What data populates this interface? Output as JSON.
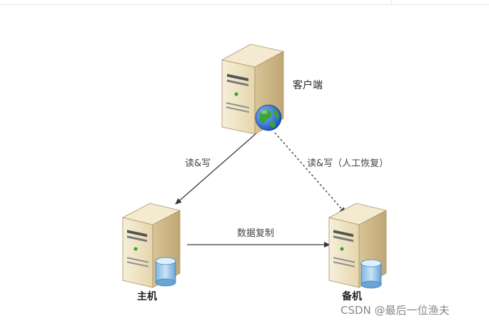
{
  "nodes": {
    "client": {
      "label": "客户端"
    },
    "primary": {
      "label": "主机"
    },
    "standby": {
      "label": "备机"
    }
  },
  "edges": {
    "client_to_primary": {
      "label": "读&写"
    },
    "client_to_standby": {
      "label": "读&写（人工恢复）"
    },
    "primary_to_standby": {
      "label": "数据复制"
    }
  },
  "watermark": "CSDN @最后一位渔夫",
  "colors": {
    "server_body": "#efe4c4",
    "server_shade": "#cdb98a",
    "server_outline": "#a89466",
    "edge_line": "#3a3a3a",
    "db_fill": "#9cc8ea",
    "globe_water": "#2b6fd6",
    "globe_land": "#3ca33c"
  }
}
